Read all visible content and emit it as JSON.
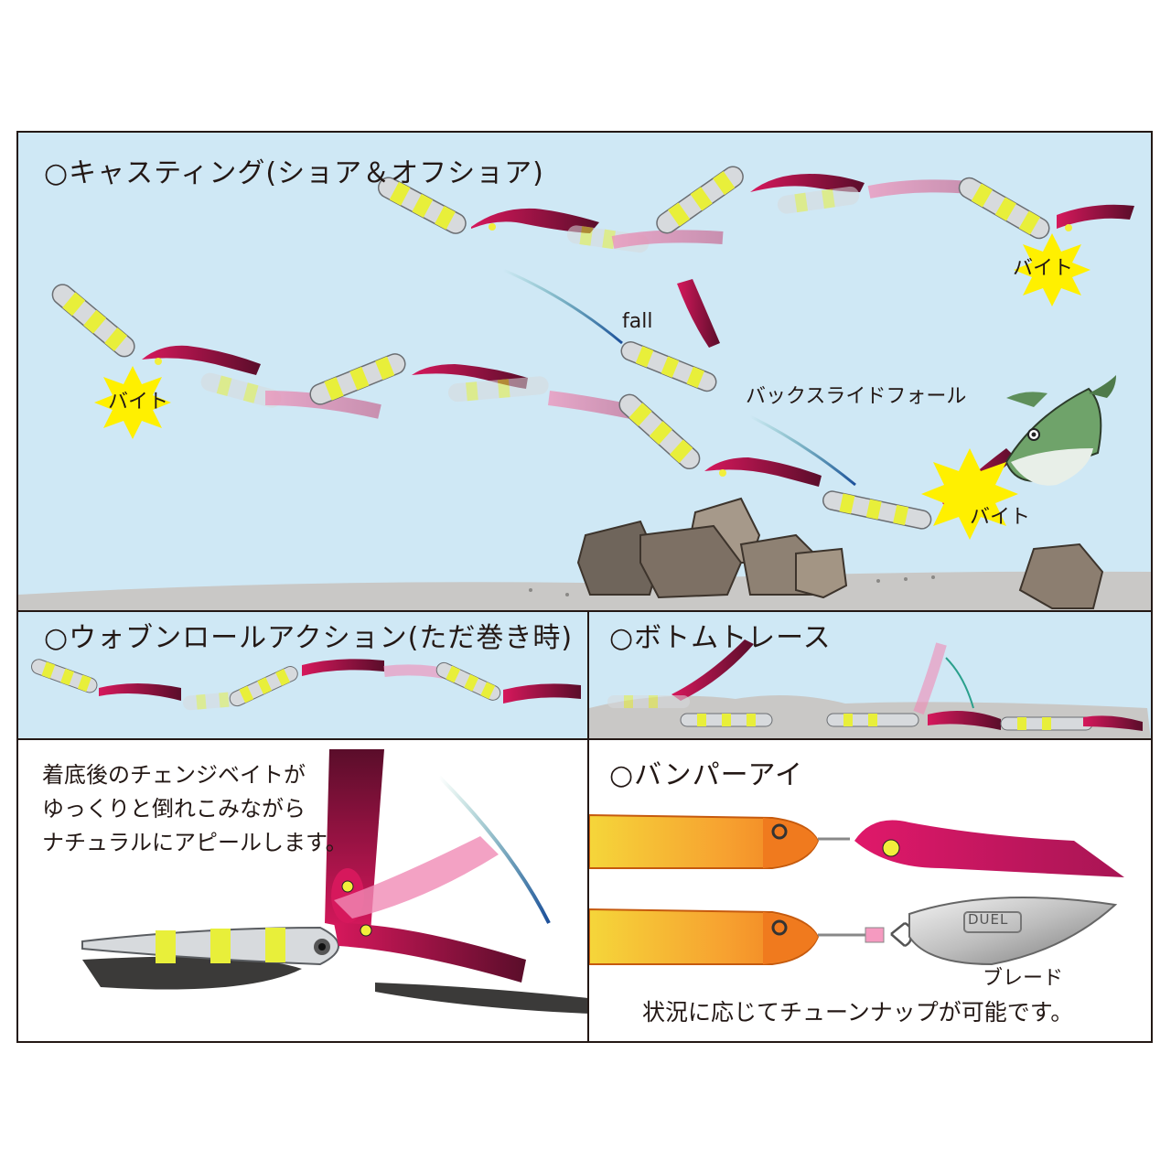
{
  "panels": {
    "casting": {
      "title": "○キャスティング(ショア＆オフショア)",
      "bite_label": "バイト",
      "fall_label": "fall",
      "backslide_label": "バックスライドフォール"
    },
    "wobble": {
      "title": "○ウォブンロールアクション(ただ巻き時)"
    },
    "bottom": {
      "title": "○ボトムトレース"
    },
    "change_bait": {
      "description_lines": [
        "着底後のチェンジベイトが",
        "ゆっくりと倒れこみながら",
        "ナチュラルにアピールします。"
      ]
    },
    "bumper": {
      "title": "○バンパーアイ",
      "blade_label": "ブレード",
      "blade_brand": "DUEL",
      "footer": "状況に応じてチューンナップが可能です。"
    }
  },
  "colors": {
    "water": "#cfe8f5",
    "seabed": "#c9c8c6",
    "jig_yellow": "#e8ef3a",
    "jig_silver": "#d7dadd",
    "skirt_pink": "#d6185c",
    "skirt_dark": "#4a0c22",
    "rock": "#7a6e62",
    "bite_burst": "#fff000",
    "orange_jig": "#f07a1e"
  }
}
